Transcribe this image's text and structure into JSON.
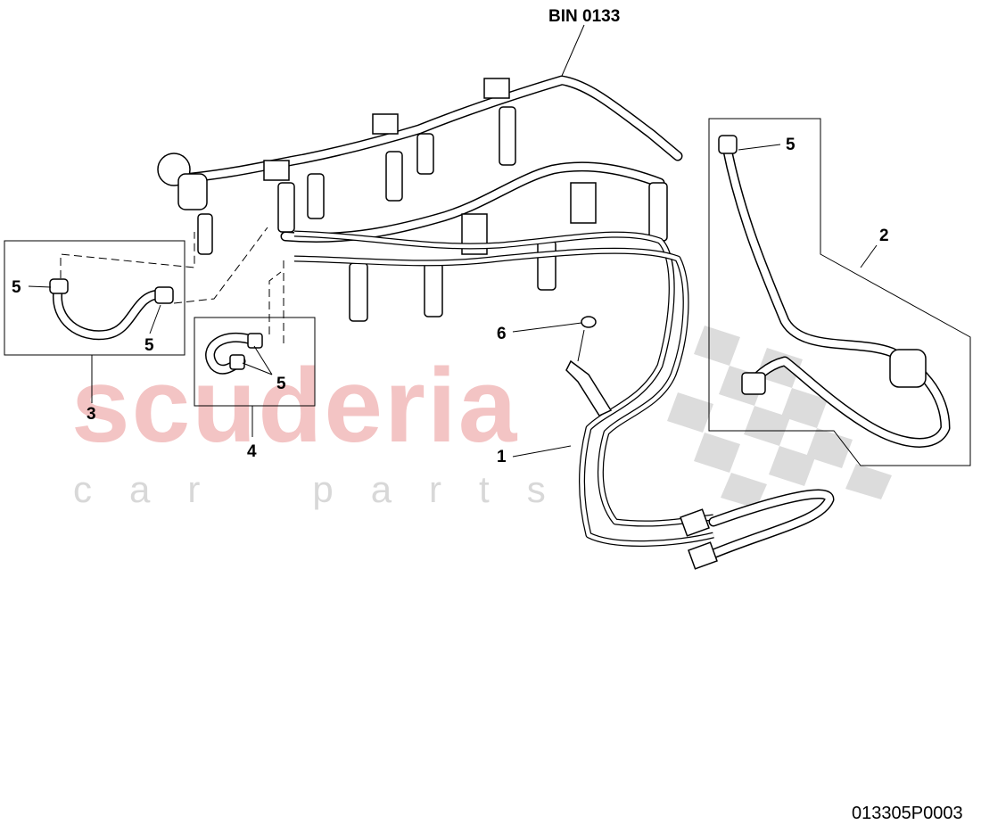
{
  "diagram": {
    "reference_label": "BIN 0133",
    "drawing_number": "013305P0003",
    "watermark": {
      "main": "scuderia",
      "sub": "c a r   p a r t s"
    },
    "watermark_color": "#f3c4c4",
    "callouts": {
      "c1": "1",
      "c2": "2",
      "c3": "3",
      "c4": "4",
      "c5a": "5",
      "c5b": "5",
      "c5c": "5",
      "c5d": "5",
      "c6": "6"
    }
  }
}
